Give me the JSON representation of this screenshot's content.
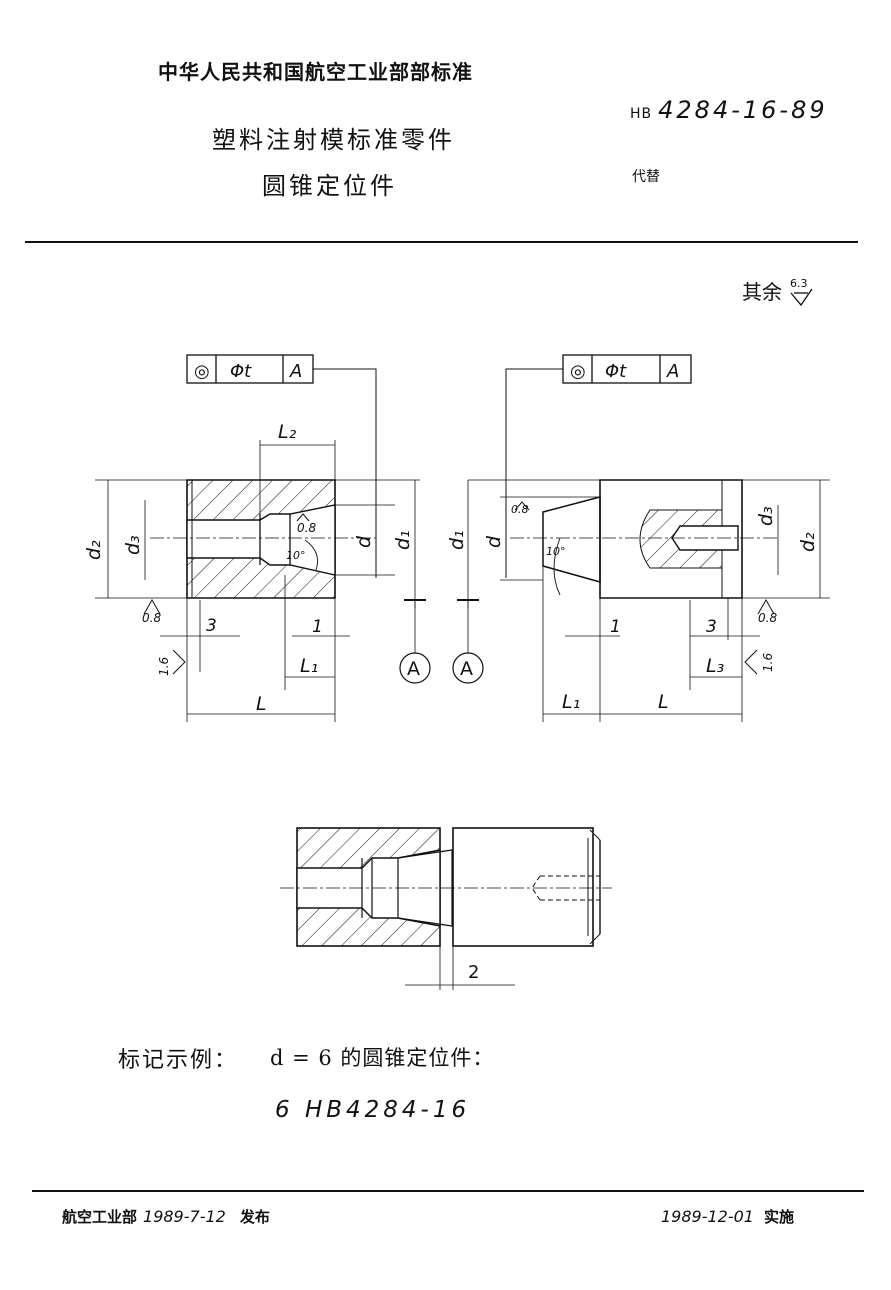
{
  "header": {
    "org": "中华人民共和国航空工业部部标准",
    "title_line1": "塑料注射模标准零件",
    "title_line2": "圆锥定位件",
    "code_prefix": "HB",
    "code_number": "4284-16-89",
    "replaces_label": "代替"
  },
  "roughness": {
    "general_prefix": "其余",
    "general_value": "6.3"
  },
  "drawing": {
    "fcf_left": {
      "symbol": "◎",
      "tolerance": "Φt",
      "datum": "A"
    },
    "fcf_right": {
      "symbol": "◎",
      "tolerance": "Φt",
      "datum": "A"
    },
    "left_view": {
      "L2": "L₂",
      "d2": "d₂",
      "d3": "d₃",
      "d": "d",
      "d1": "d₁",
      "r08_a": "0.8",
      "angle": "10°",
      "r08_b": "0.8",
      "r16": "1.6",
      "dim3": "3",
      "dim1": "1",
      "L1": "L₁",
      "L": "L",
      "datum": "A"
    },
    "right_view": {
      "d1": "d₁",
      "d": "d",
      "r08_a": "0.8",
      "angle": "10°",
      "d3": "d₃",
      "d2": "d₂",
      "r08_b": "0.8",
      "r16": "1.6",
      "dim1": "1",
      "dim3": "3",
      "L3": "L₃",
      "L1": "L₁",
      "L": "L",
      "datum": "A"
    },
    "assembly": {
      "gap": "2"
    }
  },
  "example": {
    "label": "标记示例：",
    "text": "d = 6 的圆锥定位件：",
    "mark": "6  HB4284-16"
  },
  "footer": {
    "issuer": "航空工业部",
    "issue_date": "1989-7-12",
    "issue_label": "发布",
    "effective_date": "1989-12-01",
    "effective_label": "实施"
  }
}
